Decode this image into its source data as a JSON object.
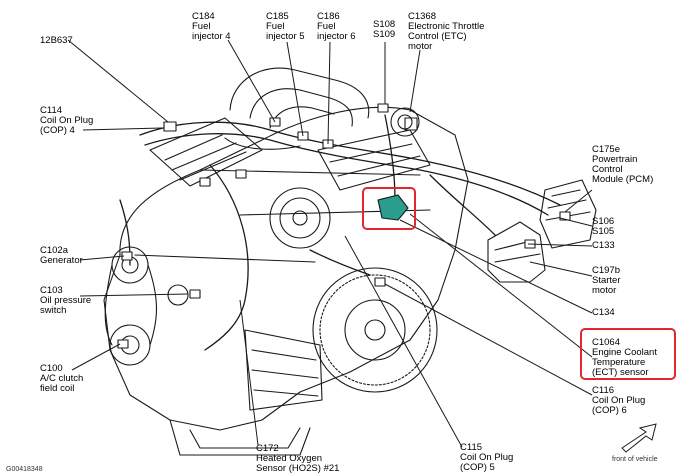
{
  "colors": {
    "line": "#1a1a1a",
    "highlight": "#e0282e",
    "sensor_fill": "#2a9d8f"
  },
  "labels": {
    "c184": [
      "C184",
      "Fuel",
      "injector 4"
    ],
    "c185": [
      "C185",
      "Fuel",
      "injector 5"
    ],
    "c186": [
      "C186",
      "Fuel",
      "injector 6"
    ],
    "s108": [
      "S108",
      "S109"
    ],
    "c1368": [
      "C1368",
      "Electronic Throttle",
      "Control (ETC)",
      "motor"
    ],
    "p12b637": [
      "12B637"
    ],
    "c114": [
      "C114",
      "Coil On Plug",
      "(COP) 4"
    ],
    "c175e": [
      "C175e",
      "Powertrain",
      "Control",
      "Module (PCM)"
    ],
    "s106": [
      "S106",
      "S105"
    ],
    "c133": [
      "C133"
    ],
    "c197b": [
      "C197b",
      "Starter",
      "motor"
    ],
    "c134": [
      "C134"
    ],
    "c102a": [
      "C102a",
      "Generator"
    ],
    "c103": [
      "C103",
      "Oil pressure",
      "switch"
    ],
    "c100": [
      "C100",
      "A/C clutch",
      "field coil"
    ],
    "c1064": [
      "C1064",
      "Engine Coolant",
      "Temperature",
      "(ECT) sensor"
    ],
    "c116": [
      "C116",
      "Coil On Plug",
      "(COP) 6"
    ],
    "c172": [
      "C172",
      "Heated Oxygen",
      "Sensor (HO2S) #21"
    ],
    "c115": [
      "C115",
      "Coil On Plug",
      "(COP) 5"
    ]
  },
  "front_of_vehicle": "front of vehicle",
  "figure_code": "G00418348"
}
